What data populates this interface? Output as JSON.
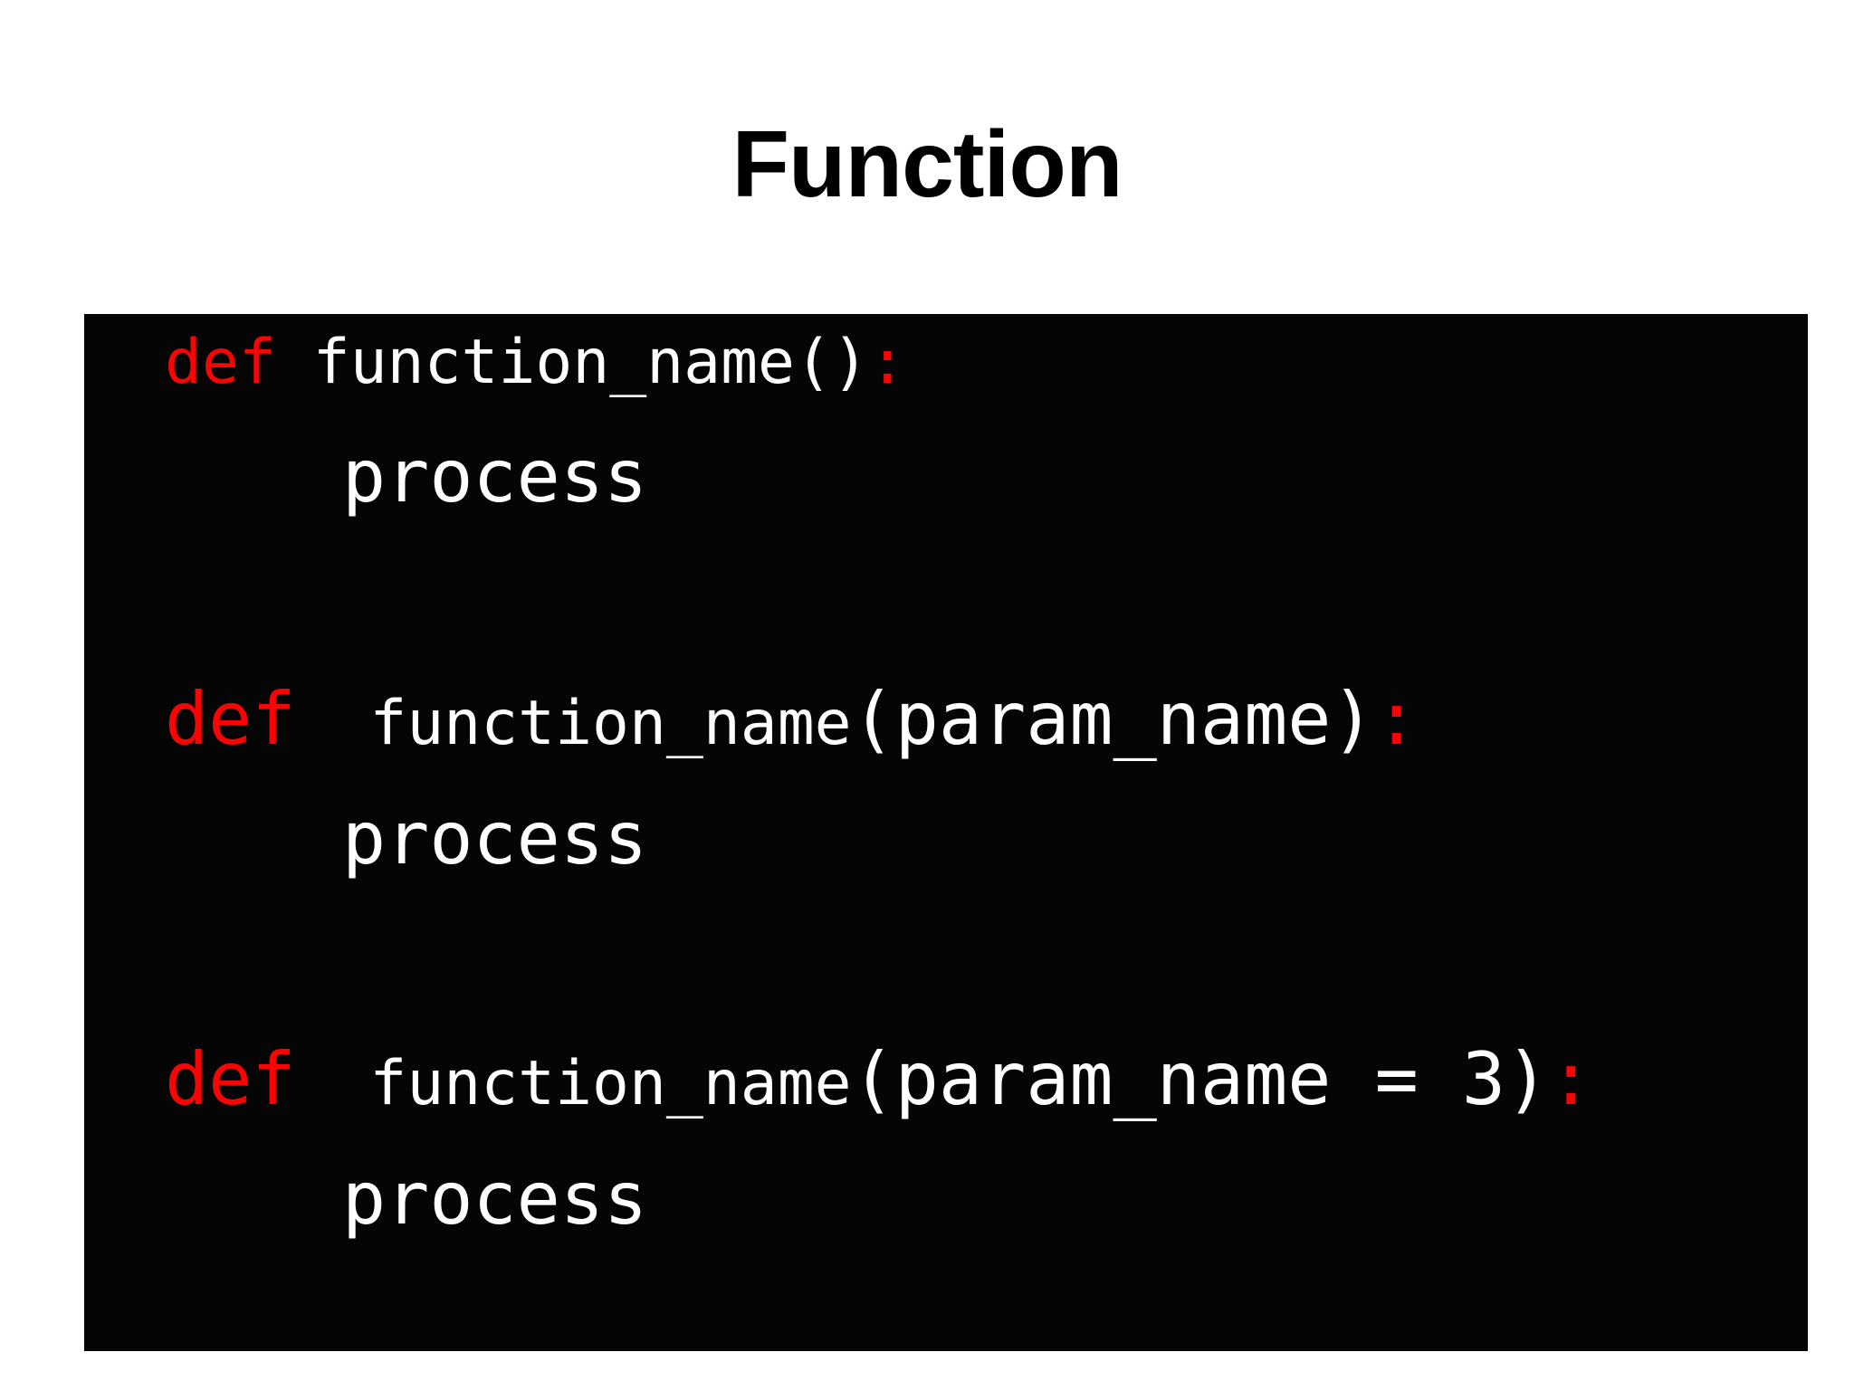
{
  "title": {
    "text": "Function"
  },
  "colors": {
    "page_background": "#ffffff",
    "title_text": "#000000",
    "code_panel_background": "#050505",
    "keyword_red": "#fb0303",
    "code_white": "#ffffff"
  },
  "code_panel": {
    "language_hint": "python",
    "lines": [
      {
        "role": "signature",
        "segments": [
          {
            "t": "def"
          },
          {
            "t": " function_name()"
          },
          {
            "t": ":"
          }
        ]
      },
      {
        "role": "body",
        "segments": [
          {
            "t": "process"
          }
        ]
      },
      {
        "role": "signature",
        "segments": [
          {
            "t": "def"
          },
          {
            "t": "  function_name"
          },
          {
            "t": "(param_name)"
          },
          {
            "t": ":"
          }
        ]
      },
      {
        "role": "body",
        "segments": [
          {
            "t": "process"
          }
        ]
      },
      {
        "role": "signature",
        "segments": [
          {
            "t": "def"
          },
          {
            "t": "  function_name"
          },
          {
            "t": "(param_name = 3)"
          },
          {
            "t": ":"
          }
        ]
      },
      {
        "role": "body",
        "segments": [
          {
            "t": "process"
          }
        ]
      }
    ]
  }
}
